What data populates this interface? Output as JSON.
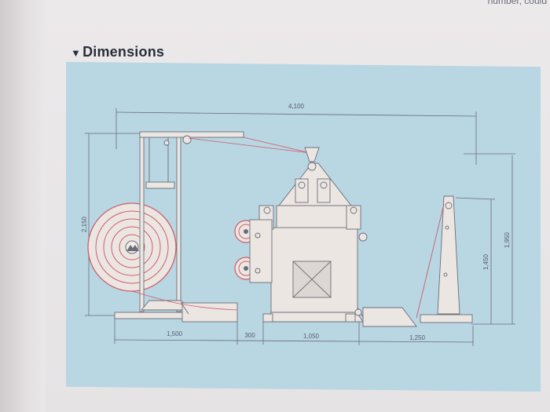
{
  "page": {
    "corner_text": "number, could",
    "section_title": "Dimensions",
    "title_marker": "▼"
  },
  "drawing": {
    "dimensions": {
      "overall_length": "4,100",
      "height_left": "2,150",
      "height_right_outer": "1,950",
      "height_right_inner": "1,450",
      "segment_1": "1,500",
      "segment_2": "300",
      "segment_3": "1,050",
      "segment_4": "1,250"
    },
    "colors": {
      "panel": "#b9d6e3",
      "machine": "#ece6e2",
      "reel_lines": "#cc5d68",
      "line": "#6a6d78"
    }
  }
}
